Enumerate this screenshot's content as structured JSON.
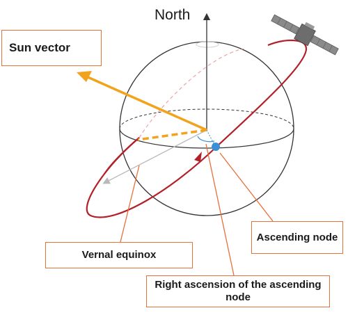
{
  "labels": {
    "north": "North",
    "sun_vector": "Sun vector",
    "vernal_equinox": "Vernal equinox",
    "ascending_node": "Ascending node",
    "raan": "Right ascension of the ascending node"
  },
  "colors": {
    "orbit": "#b3202a",
    "sun_vector": "#f3a21c",
    "callout_border": "#e8703a",
    "callout_line": "#e8703a",
    "sphere": "#333333",
    "node_marker": "#3a8fd6",
    "equinox_vector": "#b9b9b9",
    "satellite": "#6d6d6d"
  },
  "icons": {
    "satellite": "satellite-icon"
  }
}
